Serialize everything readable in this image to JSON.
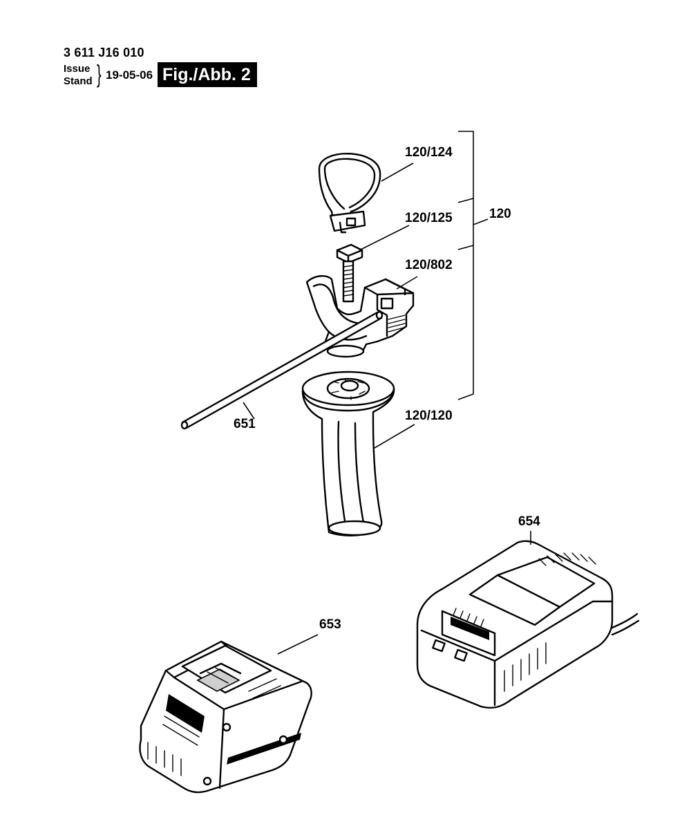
{
  "header": {
    "doc_number": "3 611 J16 010",
    "issue_label": "Issue",
    "stand_label": "Stand",
    "brace": "}",
    "date": "19-05-06",
    "figure_label": "Fig./Abb. 2"
  },
  "callouts": {
    "c120_124": "120/124",
    "c120_125": "120/125",
    "c120": "120",
    "c120_802": "120/802",
    "c651": "651",
    "c120_120": "120/120",
    "c654": "654",
    "c653": "653"
  }
}
